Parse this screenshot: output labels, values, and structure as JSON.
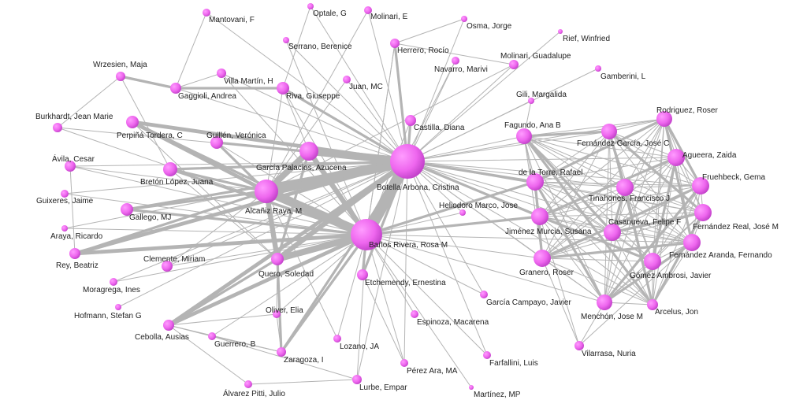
{
  "network": {
    "node_color": "#ee66ee",
    "edge_color": "#b4b4b4",
    "nodes": [
      "Botella Arbona, Cristina",
      "Baños Rivera, Rosa M",
      "Alcañiz Raya, M",
      "García Palacios, Azucena",
      "Quero, Soledad",
      "Perpiñá Tordera, C",
      "Guillén, Verónica",
      "Bretón López, Juana",
      "Gallego, MJ",
      "Gaggioli, Andrea",
      "Riva, Giuseppe",
      "Villa Martín, H",
      "Wrzesien, Maja",
      "Burkhardt, Jean Marie",
      "Ávila, Cesar",
      "Guixeres, Jaime",
      "Araya, Ricardo",
      "Rey, Beatriz",
      "Clemente, Miriam",
      "Moragrega, Ines",
      "Hofmann, Stefan G",
      "Cebolla, Ausias",
      "Guerrero, B",
      "Oliver, Elia",
      "Zaragoza, I",
      "Lozano, JA",
      "Álvarez Pitti, Julio",
      "Lurbe, Empar",
      "Etchemendy, Ernestina",
      "Pérez Ara, MA",
      "Espinoza, Macarena",
      "Farfallini, Luis",
      "Martínez, MP",
      "García Campayo, Javier",
      "Heliodoro Marco, Jose",
      "Jiménez Murcia, Susana",
      "Granero, Roser",
      "Casanueva, Felipe F",
      "Fernández Real, José M",
      "Fernández Aranda, Fernando",
      "Gómez Ambrosi, Javier",
      "Menchón, Jose M",
      "Arcelus, Jon",
      "Vilarrasa, Nuria",
      "Tinahones, Francisco J",
      "Fruehbeck, Gema",
      "Agueera, Zaida",
      "Rodriguez, Roser",
      "Fernández García, José C",
      "Fagundo, Ana B",
      "de la Torre, Rafael",
      "Gili, Margalida",
      "Gamberini, L",
      "Molinari, Guadalupe",
      "Rief, Winfried",
      "Osma, Jorge",
      "Navarro, Marivi",
      "Herrero, Rocío",
      "Castilla, Diana",
      "Molinari, E",
      "Optale, G",
      "Serrano, Berenice",
      "Juan, MC",
      "Mantovani, F"
    ],
    "links": [
      [
        0,
        1,
        9
      ],
      [
        0,
        2,
        8
      ],
      [
        1,
        2,
        7
      ],
      [
        0,
        3,
        6
      ],
      [
        2,
        3,
        5
      ],
      [
        1,
        4,
        5
      ],
      [
        0,
        4,
        4
      ],
      [
        2,
        4,
        4
      ],
      [
        1,
        3,
        4
      ],
      [
        0,
        5,
        3
      ],
      [
        2,
        5,
        3
      ],
      [
        1,
        5,
        2
      ],
      [
        0,
        6,
        2
      ],
      [
        2,
        6,
        2
      ],
      [
        0,
        7,
        2
      ],
      [
        1,
        7,
        2
      ],
      [
        2,
        7,
        2
      ],
      [
        0,
        8,
        2
      ],
      [
        1,
        8,
        2
      ],
      [
        2,
        8,
        2
      ],
      [
        0,
        17,
        3
      ],
      [
        1,
        17,
        3
      ],
      [
        2,
        17,
        2
      ],
      [
        0,
        21,
        3
      ],
      [
        1,
        21,
        3
      ],
      [
        4,
        21,
        2
      ],
      [
        0,
        28,
        2
      ],
      [
        1,
        28,
        2
      ],
      [
        0,
        58,
        2
      ],
      [
        0,
        57,
        2
      ],
      [
        1,
        57,
        1
      ],
      [
        0,
        10,
        2
      ],
      [
        2,
        10,
        1
      ],
      [
        0,
        9,
        1
      ],
      [
        9,
        10,
        2
      ],
      [
        9,
        12,
        2
      ],
      [
        9,
        11,
        1
      ],
      [
        12,
        13,
        1
      ],
      [
        12,
        7,
        1
      ],
      [
        13,
        0,
        1
      ],
      [
        13,
        1,
        1
      ],
      [
        14,
        0,
        1
      ],
      [
        14,
        1,
        1
      ],
      [
        14,
        2,
        1
      ],
      [
        14,
        17,
        1
      ],
      [
        15,
        0,
        1
      ],
      [
        15,
        1,
        1
      ],
      [
        16,
        0,
        1
      ],
      [
        16,
        1,
        1
      ],
      [
        18,
        0,
        1
      ],
      [
        18,
        1,
        1
      ],
      [
        18,
        2,
        1
      ],
      [
        19,
        0,
        1
      ],
      [
        19,
        1,
        1
      ],
      [
        20,
        0,
        1
      ],
      [
        21,
        22,
        1
      ],
      [
        21,
        23,
        1
      ],
      [
        21,
        24,
        1
      ],
      [
        21,
        26,
        1
      ],
      [
        22,
        24,
        1
      ],
      [
        22,
        1,
        1
      ],
      [
        23,
        24,
        1
      ],
      [
        23,
        1,
        1
      ],
      [
        24,
        1,
        2
      ],
      [
        24,
        0,
        2
      ],
      [
        25,
        1,
        1
      ],
      [
        25,
        2,
        1
      ],
      [
        27,
        26,
        1
      ],
      [
        27,
        1,
        1
      ],
      [
        27,
        0,
        1
      ],
      [
        27,
        22,
        1
      ],
      [
        29,
        1,
        1
      ],
      [
        29,
        0,
        1
      ],
      [
        30,
        1,
        1
      ],
      [
        31,
        1,
        1
      ],
      [
        31,
        0,
        1
      ],
      [
        32,
        1,
        1
      ],
      [
        33,
        0,
        1
      ],
      [
        33,
        1,
        1
      ],
      [
        34,
        0,
        1
      ],
      [
        34,
        1,
        1
      ],
      [
        35,
        0,
        2
      ],
      [
        35,
        1,
        2
      ],
      [
        36,
        0,
        1
      ],
      [
        36,
        1,
        1
      ],
      [
        37,
        0,
        1
      ],
      [
        38,
        0,
        1
      ],
      [
        39,
        0,
        1
      ],
      [
        39,
        1,
        1
      ],
      [
        40,
        0,
        1
      ],
      [
        41,
        1,
        1
      ],
      [
        41,
        0,
        1
      ],
      [
        42,
        0,
        1
      ],
      [
        43,
        36,
        1
      ],
      [
        43,
        35,
        1
      ],
      [
        43,
        41,
        1
      ],
      [
        43,
        39,
        1
      ],
      [
        44,
        0,
        1
      ],
      [
        45,
        0,
        1
      ],
      [
        46,
        0,
        1
      ],
      [
        47,
        0,
        1
      ],
      [
        48,
        0,
        1
      ],
      [
        49,
        0,
        1
      ],
      [
        50,
        0,
        2
      ],
      [
        50,
        1,
        2
      ],
      [
        51,
        0,
        1
      ],
      [
        51,
        49,
        1
      ],
      [
        52,
        0,
        1
      ],
      [
        53,
        0,
        1
      ],
      [
        53,
        57,
        1
      ],
      [
        53,
        2,
        1
      ],
      [
        54,
        0,
        1
      ],
      [
        55,
        0,
        1
      ],
      [
        55,
        57,
        1
      ],
      [
        56,
        0,
        1
      ],
      [
        56,
        1,
        1
      ],
      [
        57,
        1,
        1
      ],
      [
        58,
        1,
        1
      ],
      [
        59,
        0,
        1
      ],
      [
        59,
        2,
        1
      ],
      [
        60,
        10,
        1
      ],
      [
        60,
        0,
        1
      ],
      [
        61,
        0,
        1
      ],
      [
        61,
        1,
        1
      ],
      [
        62,
        0,
        1
      ],
      [
        62,
        2,
        1
      ],
      [
        63,
        9,
        1
      ],
      [
        63,
        0,
        1
      ],
      [
        11,
        0,
        1
      ],
      [
        11,
        1,
        1
      ],
      [
        6,
        1,
        1
      ],
      [
        7,
        4,
        1
      ],
      [
        5,
        4,
        1
      ],
      [
        4,
        24,
        2
      ],
      [
        4,
        23,
        1
      ],
      [
        3,
        4,
        2
      ],
      [
        3,
        10,
        1
      ],
      [
        10,
        1,
        1
      ],
      [
        28,
        29,
        1
      ]
    ],
    "cliques": [
      [
        35,
        36,
        37,
        38,
        39,
        40,
        41,
        42,
        44,
        45,
        46,
        47,
        48,
        49,
        50
      ]
    ]
  }
}
